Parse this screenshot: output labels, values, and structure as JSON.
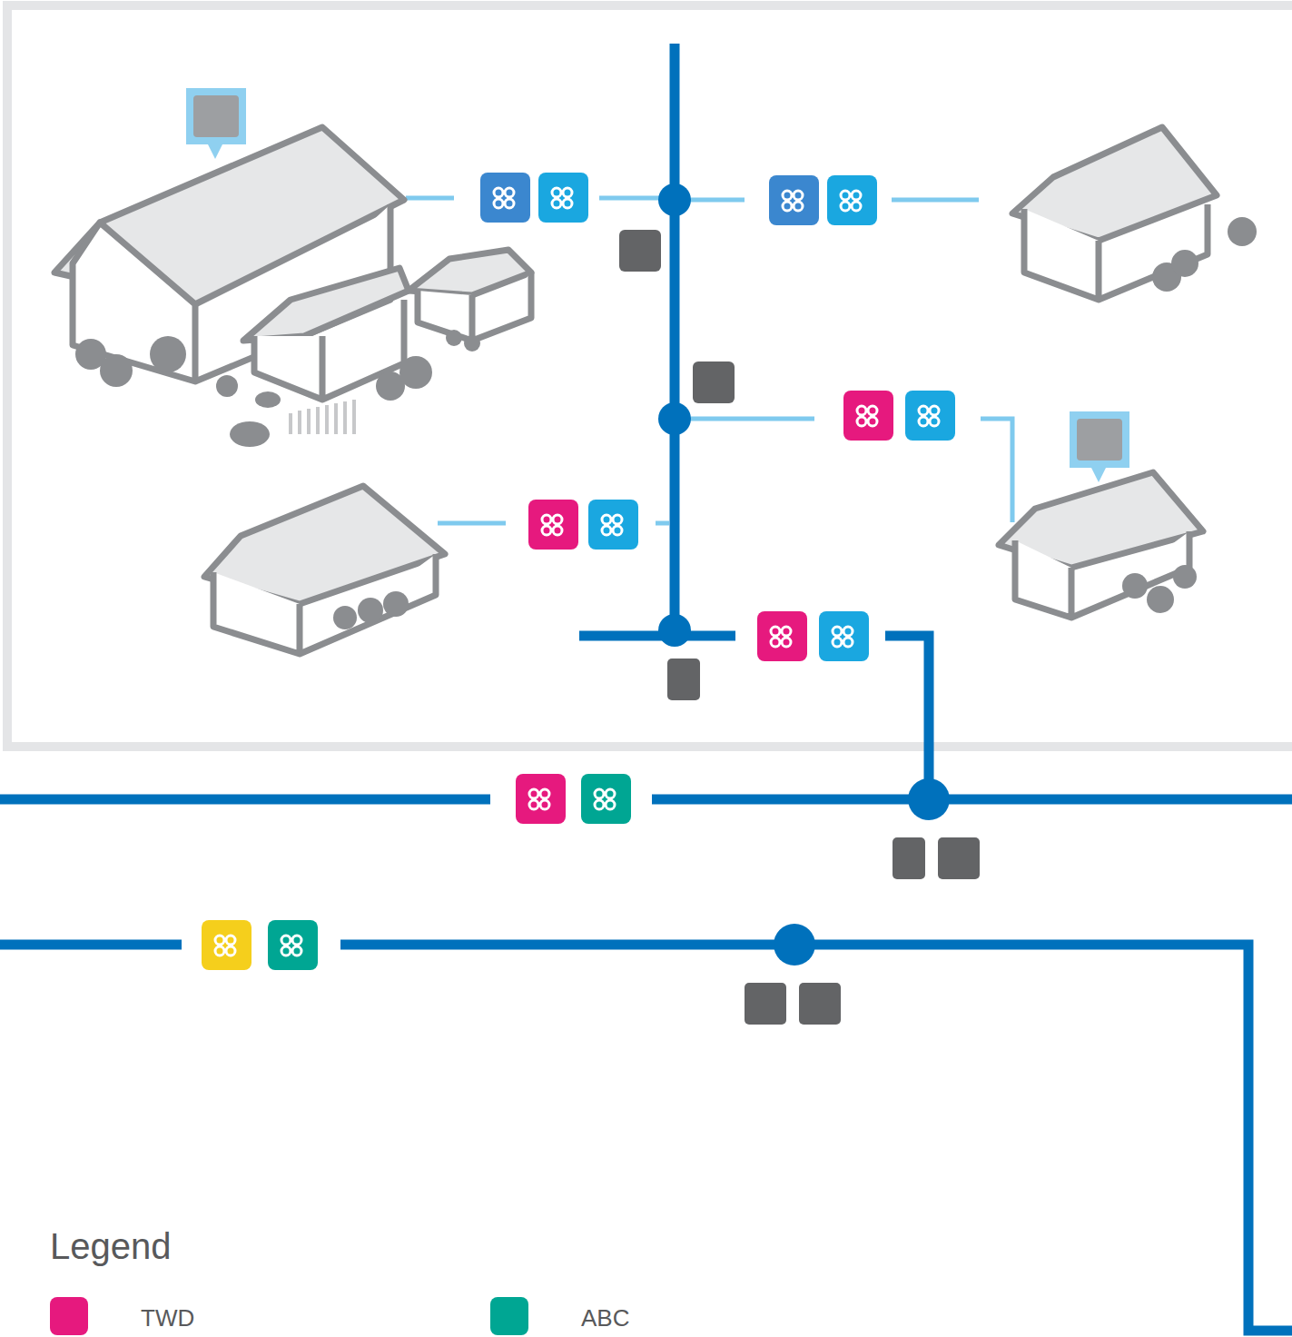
{
  "diagram": {
    "labels": [
      "Legend"
    ],
    "legend": [
      {
        "text": "TWD",
        "color": "#e6197e"
      },
      {
        "text": "ABC",
        "color": "#00a693"
      }
    ]
  }
}
